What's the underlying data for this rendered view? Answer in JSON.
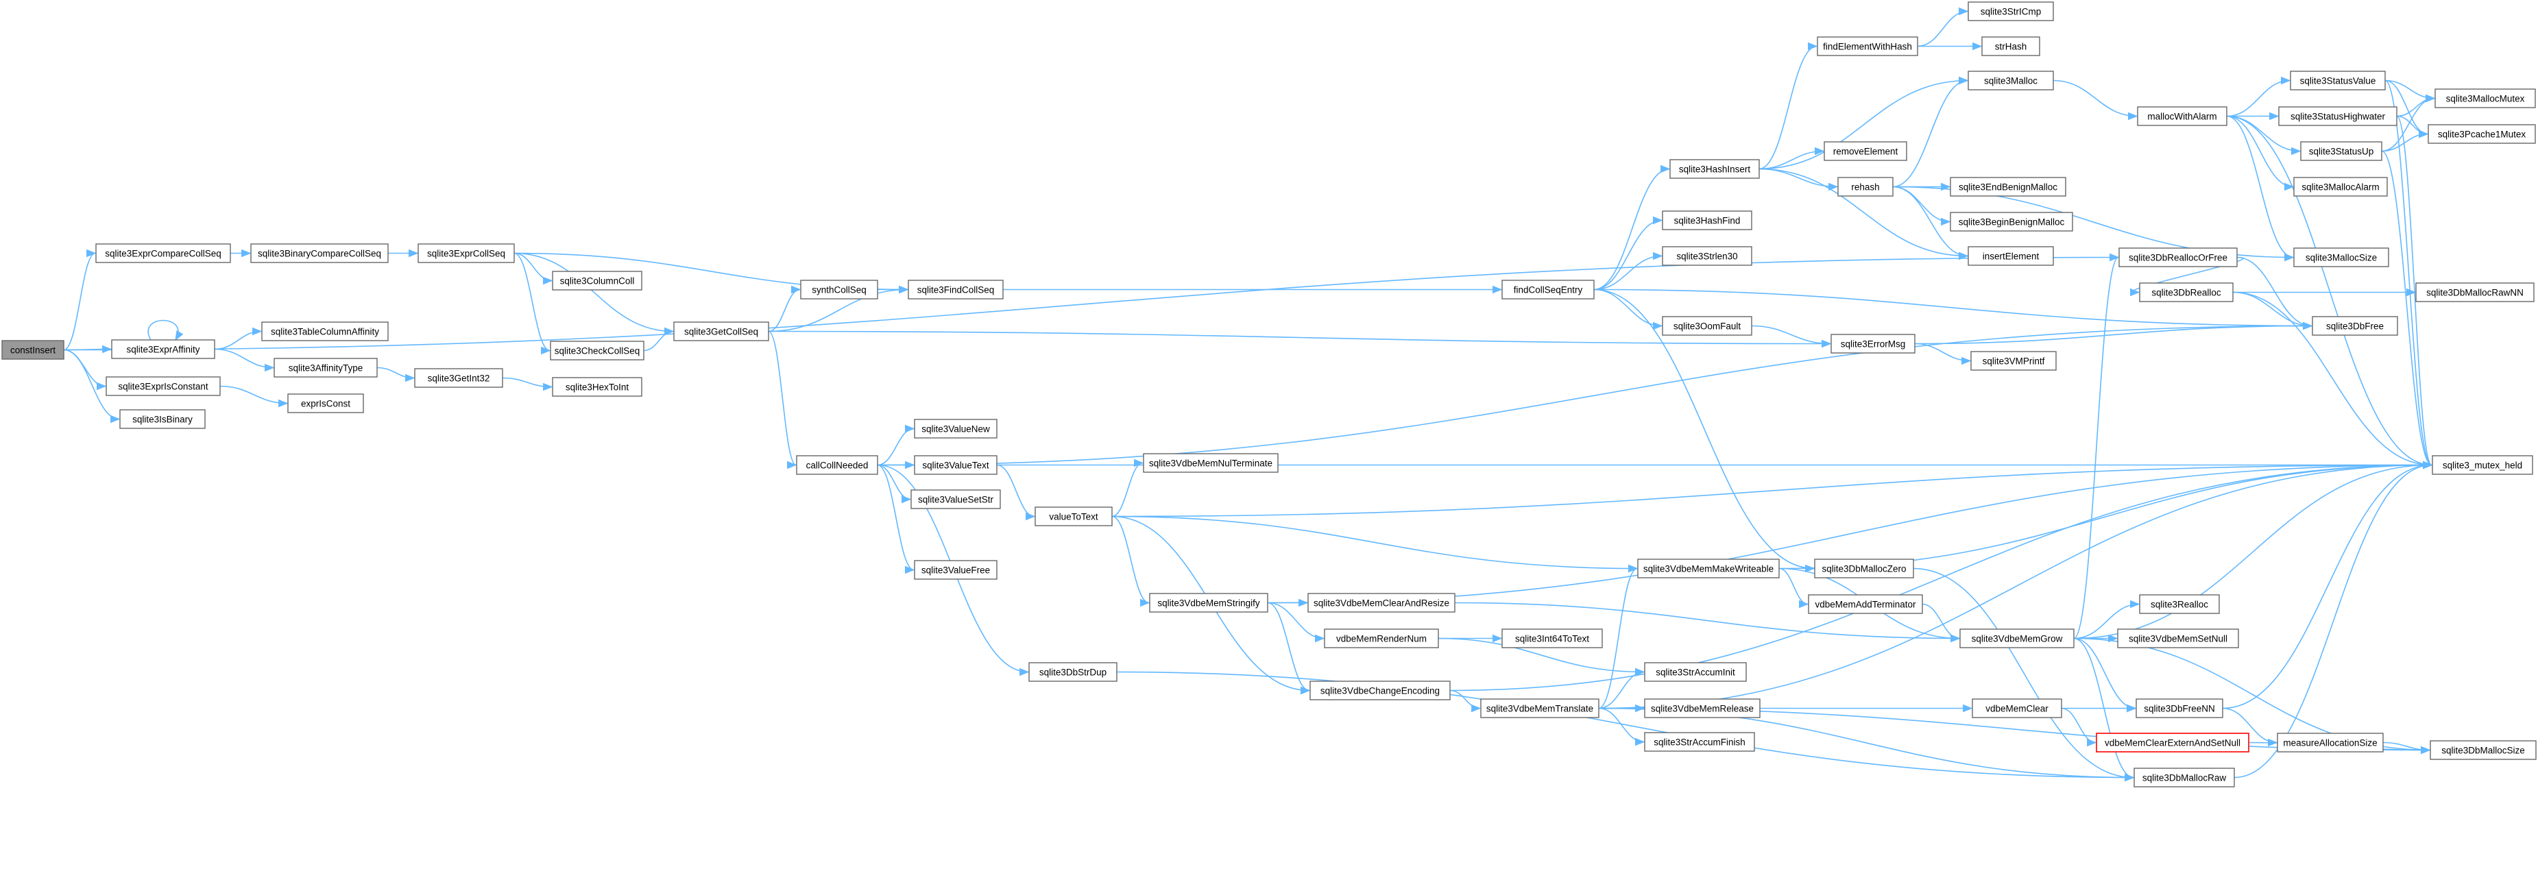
{
  "nodes": [
    {
      "id": "constInsert",
      "label": "constInsert",
      "root": true
    },
    {
      "id": "sqlite3ExprCompareCollSeq",
      "label": "sqlite3ExprCompareCollSeq"
    },
    {
      "id": "sqlite3ExprAffinity",
      "label": "sqlite3ExprAffinity"
    },
    {
      "id": "sqlite3ExprIsConstant",
      "label": "sqlite3ExprIsConstant"
    },
    {
      "id": "sqlite3IsBinary",
      "label": "sqlite3IsBinary"
    },
    {
      "id": "sqlite3BinaryCompareCollSeq",
      "label": "sqlite3BinaryCompareCollSeq"
    },
    {
      "id": "sqlite3TableColumnAffinity",
      "label": "sqlite3TableColumnAffinity"
    },
    {
      "id": "sqlite3AffinityType",
      "label": "sqlite3AffinityType"
    },
    {
      "id": "exprIsConst",
      "label": "exprIsConst"
    },
    {
      "id": "sqlite3ExprCollSeq",
      "label": "sqlite3ExprCollSeq"
    },
    {
      "id": "sqlite3GetInt32",
      "label": "sqlite3GetInt32"
    },
    {
      "id": "sqlite3ColumnColl",
      "label": "sqlite3ColumnColl"
    },
    {
      "id": "sqlite3CheckCollSeq",
      "label": "sqlite3CheckCollSeq"
    },
    {
      "id": "sqlite3GetCollSeq",
      "label": "sqlite3GetCollSeq"
    },
    {
      "id": "sqlite3HexToInt",
      "label": "sqlite3HexToInt"
    },
    {
      "id": "synthCollSeq",
      "label": "synthCollSeq"
    },
    {
      "id": "sqlite3FindCollSeq",
      "label": "sqlite3FindCollSeq"
    },
    {
      "id": "callCollNeeded",
      "label": "callCollNeeded"
    },
    {
      "id": "sqlite3ValueNew",
      "label": "sqlite3ValueNew"
    },
    {
      "id": "sqlite3ValueText",
      "label": "sqlite3ValueText"
    },
    {
      "id": "sqlite3ValueSetStr",
      "label": "sqlite3ValueSetStr"
    },
    {
      "id": "sqlite3ValueFree",
      "label": "sqlite3ValueFree"
    },
    {
      "id": "sqlite3DbStrDup",
      "label": "sqlite3DbStrDup"
    },
    {
      "id": "valueToText",
      "label": "valueToText"
    },
    {
      "id": "sqlite3VdbeMemNulTerminate",
      "label": "sqlite3VdbeMemNulTerminate"
    },
    {
      "id": "sqlite3VdbeMemStringify",
      "label": "sqlite3VdbeMemStringify"
    },
    {
      "id": "sqlite3VdbeMemClearAndResize",
      "label": "sqlite3VdbeMemClearAndResize"
    },
    {
      "id": "vdbeMemRenderNum",
      "label": "vdbeMemRenderNum"
    },
    {
      "id": "sqlite3Int64ToText",
      "label": "sqlite3Int64ToText"
    },
    {
      "id": "sqlite3VdbeChangeEncoding",
      "label": "sqlite3VdbeChangeEncoding"
    },
    {
      "id": "sqlite3VdbeMemTranslate",
      "label": "sqlite3VdbeMemTranslate"
    },
    {
      "id": "sqlite3StrAccumInit",
      "label": "sqlite3StrAccumInit"
    },
    {
      "id": "sqlite3VdbeMemRelease",
      "label": "sqlite3VdbeMemRelease"
    },
    {
      "id": "sqlite3StrAccumFinish",
      "label": "sqlite3StrAccumFinish"
    },
    {
      "id": "sqlite3VdbeMemMakeWriteable",
      "label": "sqlite3VdbeMemMakeWriteable"
    },
    {
      "id": "findCollSeqEntry",
      "label": "findCollSeqEntry"
    },
    {
      "id": "sqlite3HashInsert",
      "label": "sqlite3HashInsert"
    },
    {
      "id": "sqlite3HashFind",
      "label": "sqlite3HashFind"
    },
    {
      "id": "sqlite3Strlen30",
      "label": "sqlite3Strlen30"
    },
    {
      "id": "sqlite3OomFault",
      "label": "sqlite3OomFault"
    },
    {
      "id": "sqlite3ErrorMsg",
      "label": "sqlite3ErrorMsg"
    },
    {
      "id": "sqlite3VMPrintf",
      "label": "sqlite3VMPrintf"
    },
    {
      "id": "sqlite3DbMallocZero",
      "label": "sqlite3DbMallocZero"
    },
    {
      "id": "vdbeMemAddTerminator",
      "label": "vdbeMemAddTerminator"
    },
    {
      "id": "findElementWithHash",
      "label": "findElementWithHash"
    },
    {
      "id": "sqlite3StrICmp",
      "label": "sqlite3StrICmp"
    },
    {
      "id": "strHash",
      "label": "strHash"
    },
    {
      "id": "sqlite3Malloc",
      "label": "sqlite3Malloc"
    },
    {
      "id": "removeElement",
      "label": "removeElement"
    },
    {
      "id": "rehash",
      "label": "rehash"
    },
    {
      "id": "sqlite3EndBenignMalloc",
      "label": "sqlite3EndBenignMalloc"
    },
    {
      "id": "sqlite3BeginBenignMalloc",
      "label": "sqlite3BeginBenignMalloc"
    },
    {
      "id": "insertElement",
      "label": "insertElement"
    },
    {
      "id": "sqlite3VdbeMemGrow",
      "label": "sqlite3VdbeMemGrow"
    },
    {
      "id": "vdbeMemClear",
      "label": "vdbeMemClear"
    },
    {
      "id": "vdbeMemClearExternAndSetNull",
      "label": "vdbeMemClearExternAndSetNull",
      "red": true
    },
    {
      "id": "sqlite3DbMallocRaw",
      "label": "sqlite3DbMallocRaw"
    },
    {
      "id": "sqlite3DbReallocOrFree",
      "label": "sqlite3DbReallocOrFree"
    },
    {
      "id": "sqlite3DbRealloc",
      "label": "sqlite3DbRealloc"
    },
    {
      "id": "sqlite3Realloc",
      "label": "sqlite3Realloc"
    },
    {
      "id": "sqlite3VdbeMemSetNull",
      "label": "sqlite3VdbeMemSetNull"
    },
    {
      "id": "sqlite3DbFreeNN",
      "label": "sqlite3DbFreeNN"
    },
    {
      "id": "measureAllocationSize",
      "label": "measureAllocationSize"
    },
    {
      "id": "mallocWithAlarm",
      "label": "mallocWithAlarm"
    },
    {
      "id": "sqlite3StatusValue",
      "label": "sqlite3StatusValue"
    },
    {
      "id": "sqlite3StatusHighwater",
      "label": "sqlite3StatusHighwater"
    },
    {
      "id": "sqlite3StatusUp",
      "label": "sqlite3StatusUp"
    },
    {
      "id": "sqlite3MallocAlarm",
      "label": "sqlite3MallocAlarm"
    },
    {
      "id": "sqlite3MallocSize",
      "label": "sqlite3MallocSize"
    },
    {
      "id": "sqlite3MallocMutex",
      "label": "sqlite3MallocMutex"
    },
    {
      "id": "sqlite3Pcache1Mutex",
      "label": "sqlite3Pcache1Mutex"
    },
    {
      "id": "sqlite3DbMallocRawNN",
      "label": "sqlite3DbMallocRawNN"
    },
    {
      "id": "sqlite3DbFree",
      "label": "sqlite3DbFree"
    },
    {
      "id": "sqlite3_mutex_held",
      "label": "sqlite3_mutex_held"
    },
    {
      "id": "sqlite3DbMallocSize",
      "label": "sqlite3DbMallocSize"
    }
  ],
  "edges": [
    [
      "constInsert",
      "sqlite3ExprCompareCollSeq"
    ],
    [
      "constInsert",
      "sqlite3ExprAffinity"
    ],
    [
      "constInsert",
      "sqlite3ExprIsConstant"
    ],
    [
      "constInsert",
      "sqlite3IsBinary"
    ],
    [
      "constInsert",
      "sqlite3DbReallocOrFree"
    ],
    [
      "sqlite3ExprCompareCollSeq",
      "sqlite3BinaryCompareCollSeq"
    ],
    [
      "sqlite3BinaryCompareCollSeq",
      "sqlite3ExprCollSeq"
    ],
    [
      "sqlite3ExprAffinity",
      "sqlite3ExprAffinity"
    ],
    [
      "sqlite3ExprAffinity",
      "sqlite3TableColumnAffinity"
    ],
    [
      "sqlite3ExprAffinity",
      "sqlite3AffinityType"
    ],
    [
      "sqlite3ExprIsConstant",
      "exprIsConst"
    ],
    [
      "sqlite3AffinityType",
      "sqlite3GetInt32"
    ],
    [
      "sqlite3GetInt32",
      "sqlite3HexToInt"
    ],
    [
      "sqlite3ExprCollSeq",
      "sqlite3ColumnColl"
    ],
    [
      "sqlite3ExprCollSeq",
      "sqlite3CheckCollSeq"
    ],
    [
      "sqlite3ExprCollSeq",
      "sqlite3GetCollSeq"
    ],
    [
      "sqlite3ExprCollSeq",
      "sqlite3FindCollSeq"
    ],
    [
      "sqlite3CheckCollSeq",
      "sqlite3GetCollSeq"
    ],
    [
      "sqlite3GetCollSeq",
      "synthCollSeq"
    ],
    [
      "sqlite3GetCollSeq",
      "sqlite3FindCollSeq"
    ],
    [
      "sqlite3GetCollSeq",
      "callCollNeeded"
    ],
    [
      "sqlite3GetCollSeq",
      "sqlite3ErrorMsg"
    ],
    [
      "synthCollSeq",
      "sqlite3FindCollSeq"
    ],
    [
      "sqlite3FindCollSeq",
      "findCollSeqEntry"
    ],
    [
      "callCollNeeded",
      "sqlite3ValueNew"
    ],
    [
      "callCollNeeded",
      "sqlite3ValueText"
    ],
    [
      "callCollNeeded",
      "sqlite3ValueSetStr"
    ],
    [
      "callCollNeeded",
      "sqlite3ValueFree"
    ],
    [
      "callCollNeeded",
      "sqlite3DbStrDup"
    ],
    [
      "callCollNeeded",
      "sqlite3DbFree"
    ],
    [
      "sqlite3ValueText",
      "valueToText"
    ],
    [
      "sqlite3ValueText",
      "sqlite3_mutex_held"
    ],
    [
      "sqlite3DbStrDup",
      "sqlite3DbMallocRaw"
    ],
    [
      "valueToText",
      "sqlite3VdbeMemNulTerminate"
    ],
    [
      "valueToText",
      "sqlite3VdbeMemStringify"
    ],
    [
      "valueToText",
      "sqlite3VdbeChangeEncoding"
    ],
    [
      "valueToText",
      "sqlite3VdbeMemMakeWriteable"
    ],
    [
      "valueToText",
      "sqlite3_mutex_held"
    ],
    [
      "sqlite3VdbeMemStringify",
      "sqlite3VdbeMemClearAndResize"
    ],
    [
      "sqlite3VdbeMemStringify",
      "vdbeMemRenderNum"
    ],
    [
      "sqlite3VdbeMemStringify",
      "sqlite3VdbeChangeEncoding"
    ],
    [
      "sqlite3VdbeMemStringify",
      "sqlite3_mutex_held"
    ],
    [
      "sqlite3VdbeMemClearAndResize",
      "sqlite3VdbeMemGrow"
    ],
    [
      "vdbeMemRenderNum",
      "sqlite3Int64ToText"
    ],
    [
      "vdbeMemRenderNum",
      "sqlite3StrAccumInit"
    ],
    [
      "sqlite3VdbeChangeEncoding",
      "sqlite3VdbeMemTranslate"
    ],
    [
      "sqlite3VdbeChangeEncoding",
      "sqlite3_mutex_held"
    ],
    [
      "sqlite3VdbeMemTranslate",
      "sqlite3StrAccumInit"
    ],
    [
      "sqlite3VdbeMemTranslate",
      "sqlite3VdbeMemRelease"
    ],
    [
      "sqlite3VdbeMemTranslate",
      "sqlite3StrAccumFinish"
    ],
    [
      "sqlite3VdbeMemTranslate",
      "sqlite3VdbeMemMakeWriteable"
    ],
    [
      "sqlite3VdbeMemTranslate",
      "sqlite3DbMallocRaw"
    ],
    [
      "sqlite3VdbeMemTranslate",
      "sqlite3_mutex_held"
    ],
    [
      "sqlite3VdbeMemTranslate",
      "sqlite3DbMallocSize"
    ],
    [
      "sqlite3VdbeMemRelease",
      "vdbeMemClear"
    ],
    [
      "sqlite3VdbeMemMakeWriteable",
      "vdbeMemAddTerminator"
    ],
    [
      "sqlite3VdbeMemMakeWriteable",
      "sqlite3VdbeMemGrow"
    ],
    [
      "sqlite3VdbeMemMakeWriteable",
      "sqlite3_mutex_held"
    ],
    [
      "findCollSeqEntry",
      "sqlite3HashInsert"
    ],
    [
      "findCollSeqEntry",
      "sqlite3HashFind"
    ],
    [
      "findCollSeqEntry",
      "sqlite3Strlen30"
    ],
    [
      "findCollSeqEntry",
      "sqlite3OomFault"
    ],
    [
      "findCollSeqEntry",
      "sqlite3DbMallocZero"
    ],
    [
      "findCollSeqEntry",
      "sqlite3DbFree"
    ],
    [
      "sqlite3OomFault",
      "sqlite3ErrorMsg"
    ],
    [
      "sqlite3ErrorMsg",
      "sqlite3VMPrintf"
    ],
    [
      "sqlite3ErrorMsg",
      "sqlite3DbFree"
    ],
    [
      "sqlite3HashInsert",
      "findElementWithHash"
    ],
    [
      "sqlite3HashInsert",
      "sqlite3Malloc"
    ],
    [
      "sqlite3HashInsert",
      "removeElement"
    ],
    [
      "sqlite3HashInsert",
      "rehash"
    ],
    [
      "sqlite3HashInsert",
      "insertElement"
    ],
    [
      "findElementWithHash",
      "sqlite3StrICmp"
    ],
    [
      "findElementWithHash",
      "strHash"
    ],
    [
      "rehash",
      "sqlite3Malloc"
    ],
    [
      "rehash",
      "sqlite3EndBenignMalloc"
    ],
    [
      "rehash",
      "sqlite3BeginBenignMalloc"
    ],
    [
      "rehash",
      "insertElement"
    ],
    [
      "rehash",
      "sqlite3MallocSize"
    ],
    [
      "sqlite3Malloc",
      "mallocWithAlarm"
    ],
    [
      "mallocWithAlarm",
      "sqlite3StatusValue"
    ],
    [
      "mallocWithAlarm",
      "sqlite3StatusHighwater"
    ],
    [
      "mallocWithAlarm",
      "sqlite3StatusUp"
    ],
    [
      "mallocWithAlarm",
      "sqlite3MallocAlarm"
    ],
    [
      "mallocWithAlarm",
      "sqlite3MallocSize"
    ],
    [
      "mallocWithAlarm",
      "sqlite3_mutex_held"
    ],
    [
      "sqlite3StatusValue",
      "sqlite3MallocMutex"
    ],
    [
      "sqlite3StatusValue",
      "sqlite3Pcache1Mutex"
    ],
    [
      "sqlite3StatusValue",
      "sqlite3_mutex_held"
    ],
    [
      "sqlite3StatusHighwater",
      "sqlite3MallocMutex"
    ],
    [
      "sqlite3StatusHighwater",
      "sqlite3Pcache1Mutex"
    ],
    [
      "sqlite3StatusHighwater",
      "sqlite3_mutex_held"
    ],
    [
      "sqlite3StatusUp",
      "sqlite3MallocMutex"
    ],
    [
      "sqlite3StatusUp",
      "sqlite3Pcache1Mutex"
    ],
    [
      "sqlite3StatusUp",
      "sqlite3_mutex_held"
    ],
    [
      "sqlite3DbMallocZero",
      "sqlite3DbMallocRaw"
    ],
    [
      "vdbeMemAddTerminator",
      "sqlite3VdbeMemGrow"
    ],
    [
      "sqlite3VdbeMemGrow",
      "sqlite3Realloc"
    ],
    [
      "sqlite3VdbeMemGrow",
      "sqlite3VdbeMemSetNull"
    ],
    [
      "sqlite3VdbeMemGrow",
      "sqlite3DbFreeNN"
    ],
    [
      "sqlite3VdbeMemGrow",
      "sqlite3DbReallocOrFree"
    ],
    [
      "sqlite3VdbeMemGrow",
      "sqlite3DbMallocRaw"
    ],
    [
      "sqlite3VdbeMemGrow",
      "sqlite3DbMallocSize"
    ],
    [
      "sqlite3VdbeMemGrow",
      "sqlite3_mutex_held"
    ],
    [
      "vdbeMemClear",
      "vdbeMemClearExternAndSetNull"
    ],
    [
      "vdbeMemClear",
      "sqlite3DbFreeNN"
    ],
    [
      "vdbeMemClearExternAndSetNull",
      "sqlite3DbMallocSize"
    ],
    [
      "sqlite3DbFreeNN",
      "measureAllocationSize"
    ],
    [
      "sqlite3DbFreeNN",
      "sqlite3_mutex_held"
    ],
    [
      "measureAllocationSize",
      "sqlite3DbMallocSize"
    ],
    [
      "sqlite3DbReallocOrFree",
      "sqlite3DbRealloc"
    ],
    [
      "sqlite3DbReallocOrFree",
      "sqlite3DbFree"
    ],
    [
      "sqlite3DbRealloc",
      "sqlite3DbMallocRawNN"
    ],
    [
      "sqlite3DbRealloc",
      "sqlite3DbFree"
    ],
    [
      "sqlite3DbRealloc",
      "sqlite3_mutex_held"
    ],
    [
      "sqlite3DbMallocRaw",
      "sqlite3_mutex_held"
    ]
  ],
  "colors": {
    "edge": "#63b8ff",
    "node_border": "#666666",
    "root_fill": "#999999",
    "highlight_border": "#ff0000"
  }
}
